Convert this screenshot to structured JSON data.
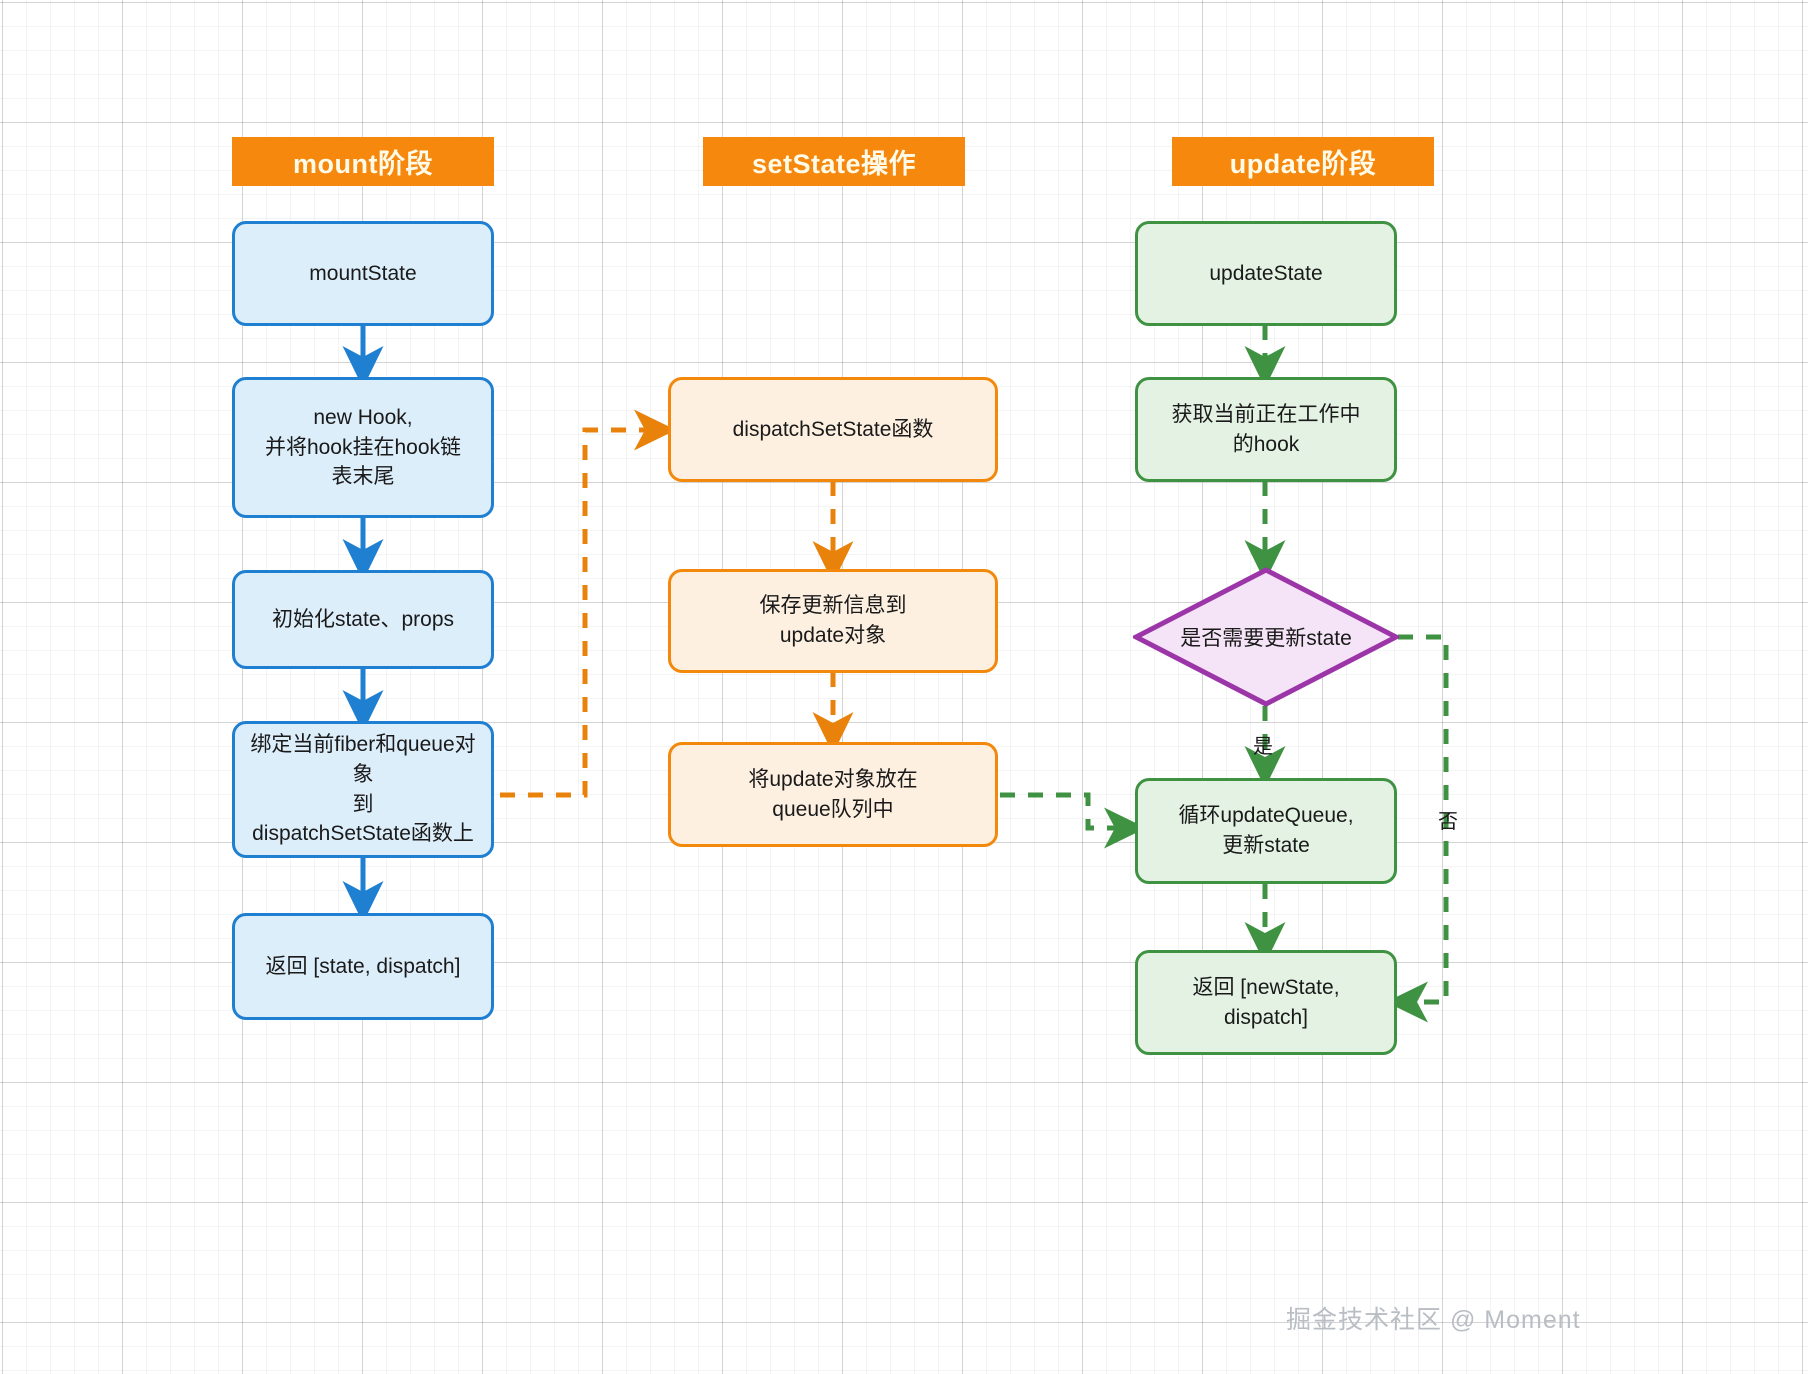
{
  "diagram": {
    "title": "React useState mount / setState / update flow",
    "watermark": "掘金技术社区 @ Moment",
    "colors": {
      "header_bg": "#f5880d",
      "header_text": "#fffbe8",
      "blue_border": "#1f7fd0",
      "blue_fill": "#ddeefb",
      "orange_border": "#f2890c",
      "orange_fill": "#fdf0e1",
      "green_border": "#3f9242",
      "green_fill": "#e4f2e3",
      "purple_border": "#9b35a8",
      "purple_fill": "#f5e4f7",
      "grid_line": "#d8d8d8"
    }
  },
  "headers": [
    {
      "id": "mount",
      "label": "mount阶段"
    },
    {
      "id": "setstate",
      "label": "setState操作"
    },
    {
      "id": "update",
      "label": "update阶段"
    }
  ],
  "columns": {
    "mount": {
      "header": "mount阶段",
      "nodes": [
        {
          "id": "m1",
          "label": "mountState"
        },
        {
          "id": "m2",
          "label": "new Hook,\n并将hook挂在hook链\n表末尾"
        },
        {
          "id": "m3",
          "label": "初始化state、props"
        },
        {
          "id": "m4",
          "label": "绑定当前fiber和queue对象\n到\ndispatchSetState函数上"
        },
        {
          "id": "m5",
          "label": "返回 [state, dispatch]"
        }
      ]
    },
    "setstate": {
      "header": "setState操作",
      "nodes": [
        {
          "id": "s1",
          "label": "dispatchSetState函数"
        },
        {
          "id": "s2",
          "label": "保存更新信息到\nupdate对象"
        },
        {
          "id": "s3",
          "label": "将update对象放在\nqueue队列中"
        }
      ]
    },
    "update": {
      "header": "update阶段",
      "nodes": [
        {
          "id": "u1",
          "label": "updateState"
        },
        {
          "id": "u2",
          "label": "获取当前正在工作中\n的hook"
        },
        {
          "id": "u3",
          "label": "是否需要更新state",
          "shape": "diamond"
        },
        {
          "id": "u4",
          "label": "循环updateQueue,\n更新state"
        },
        {
          "id": "u5",
          "label": "返回 [newState, dispatch]"
        }
      ]
    }
  },
  "edge_labels": {
    "yes": "是",
    "no": "否"
  }
}
